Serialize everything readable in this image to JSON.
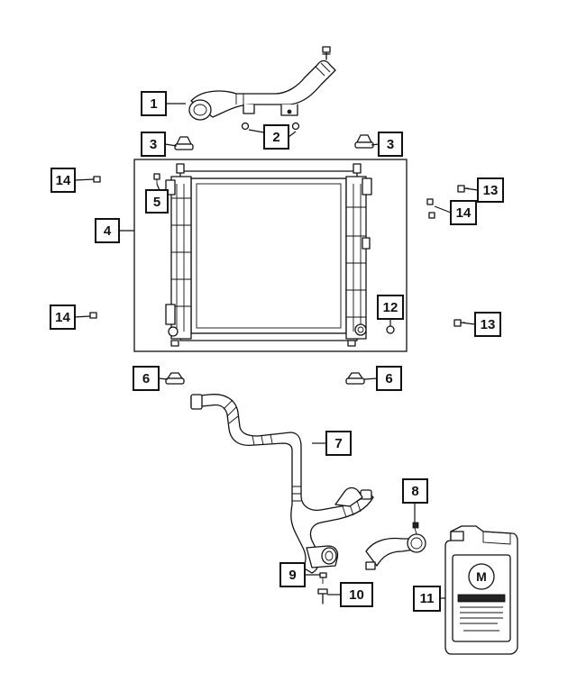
{
  "callouts": [
    {
      "label": "1"
    },
    {
      "label": "2"
    },
    {
      "label": "3"
    },
    {
      "label": "3"
    },
    {
      "label": "14"
    },
    {
      "label": "5"
    },
    {
      "label": "13"
    },
    {
      "label": "14"
    },
    {
      "label": "4"
    },
    {
      "label": "12"
    },
    {
      "label": "14"
    },
    {
      "label": "13"
    },
    {
      "label": "6"
    },
    {
      "label": "6"
    },
    {
      "label": "7"
    },
    {
      "label": "8"
    },
    {
      "label": "9"
    },
    {
      "label": "10"
    },
    {
      "label": "11"
    }
  ],
  "jug_label": {
    "brand_mark": "M"
  }
}
